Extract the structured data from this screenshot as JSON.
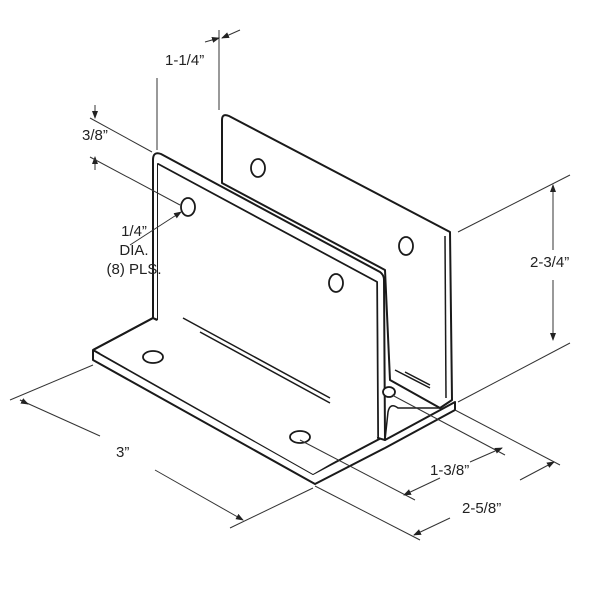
{
  "dimensions": {
    "flange_spacing": "1-1/4”",
    "hole_offset": "3/8”",
    "hole_note": [
      "1/4”",
      "DIA.",
      "(8) PLS."
    ],
    "height": "2-3/4”",
    "length": "3”",
    "inner_depth": "1-3/8”",
    "base_depth": "2-5/8”"
  },
  "colors": {
    "line": "#1a1a1a",
    "dim_line": "#333333"
  }
}
